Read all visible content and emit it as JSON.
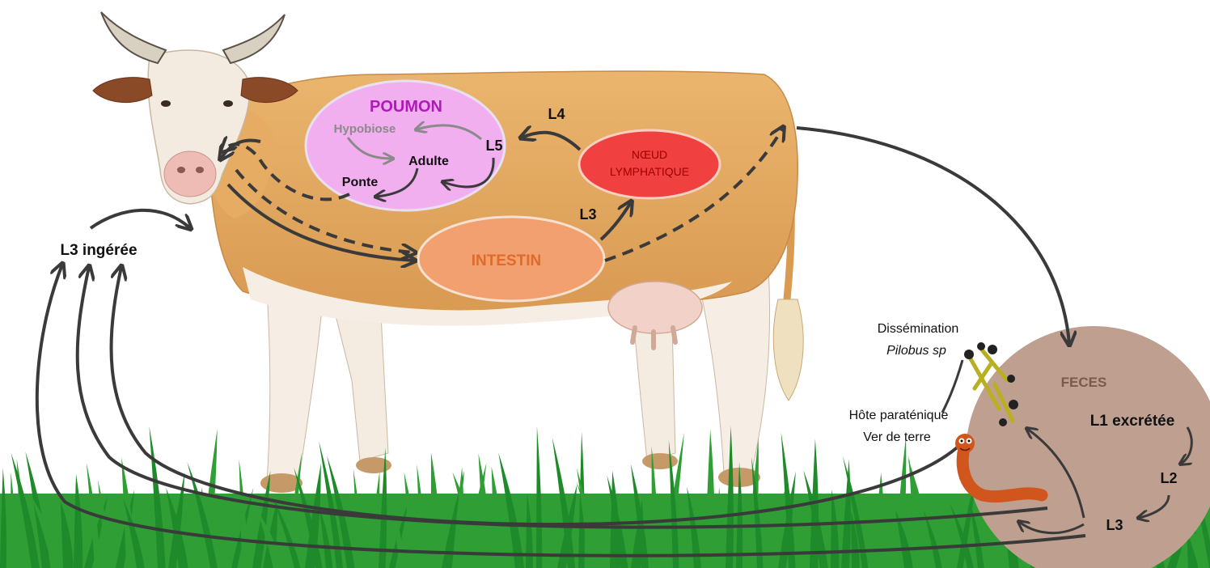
{
  "organs": {
    "lung": "POUMON",
    "lymph_node_line1": "NŒUD",
    "lymph_node_line2": "LYMPHATIQUE",
    "intestine": "INTESTIN",
    "feces": "FECES"
  },
  "stages": {
    "hypobiosis": "Hypobiose",
    "adult": "Adulte",
    "laying": "Ponte",
    "l5": "L5",
    "l4": "L4",
    "l3_gut": "L3",
    "l3_ingested": "L3 ingérée",
    "l1_excreted": "L1 excrétée",
    "l2": "L2",
    "l3_feces": "L3"
  },
  "dissemination": {
    "pilobus_title": "Dissémination",
    "pilobus_species": "Pilobus sp",
    "paratenic_title": "Hôte paraténique",
    "earthworm": "Ver de terre"
  },
  "colors": {
    "lung_fill": "#f2aff0",
    "lung_label": "#b01ab8",
    "lymph_fill": "#f04040",
    "lymph_label": "#a00000",
    "intestine_fill": "#f2a070",
    "intestine_label": "#e06a2a",
    "feces_fill": "#bfa090",
    "feces_label": "#7a5a48",
    "arrow": "#3a3a3a",
    "hypobiosis_arrow": "#8a8a8a",
    "grass": "#2e9e35",
    "cow_coat": "#e2a55e"
  }
}
